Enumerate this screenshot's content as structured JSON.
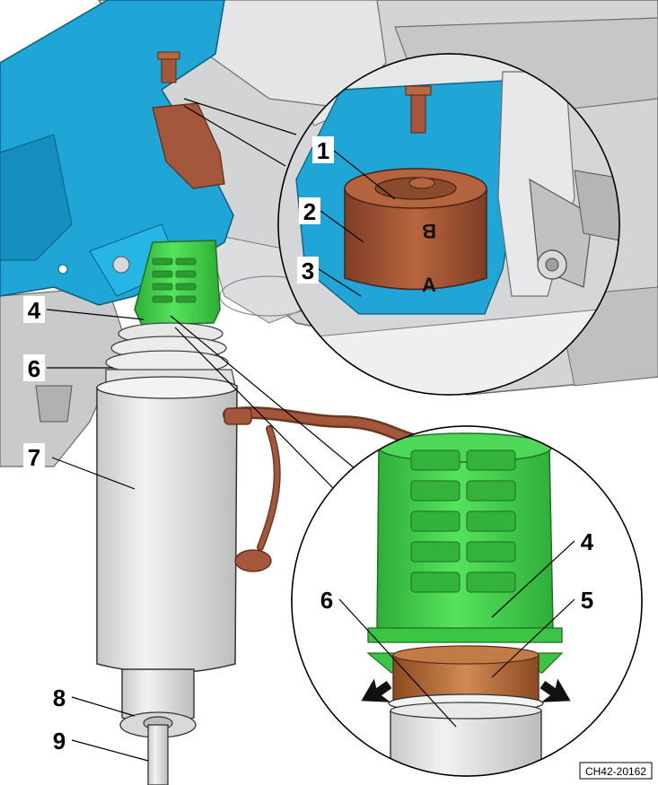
{
  "figure_code": "CH42-20162",
  "callouts": {
    "c1": "1",
    "c2": "2",
    "c3": "3",
    "c4": "4",
    "c5": "5",
    "c6": "6",
    "c7": "7",
    "c8": "8",
    "c9": "9",
    "c4b": "4",
    "c6b": "6"
  },
  "markings": {
    "upper": "B",
    "lower": "A"
  },
  "colors": {
    "chassis_blue": "#1fa6d6",
    "bushing_brown": "#a4573a",
    "boot_green": "#3fd24a",
    "cylinder_gray": "#e3e3e3",
    "engine_gray": "#cfd0d2",
    "outline": "#000000"
  }
}
